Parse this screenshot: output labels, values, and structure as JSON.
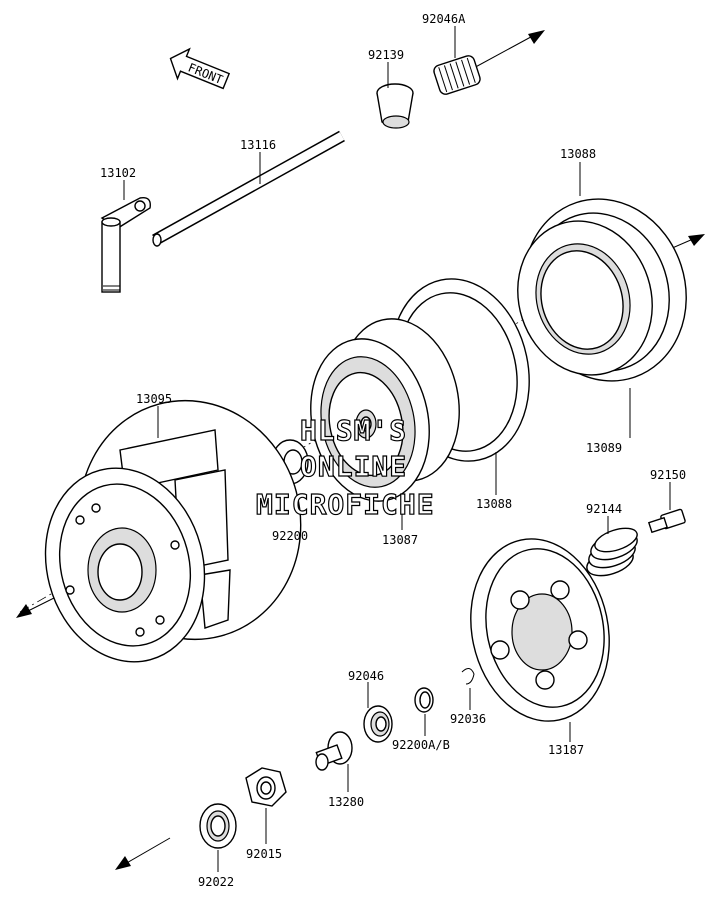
{
  "front_label": "FRONT",
  "part_labels": [
    {
      "id": "p92046a",
      "text": "92046A"
    },
    {
      "id": "p92139",
      "text": "92139"
    },
    {
      "id": "p13116",
      "text": "13116"
    },
    {
      "id": "p13102",
      "text": "13102"
    },
    {
      "id": "p13088a",
      "text": "13088"
    },
    {
      "id": "p13095",
      "text": "13095"
    },
    {
      "id": "p13089",
      "text": "13089"
    },
    {
      "id": "p92200",
      "text": "92200"
    },
    {
      "id": "p13087",
      "text": "13087"
    },
    {
      "id": "p13088b",
      "text": "13088"
    },
    {
      "id": "p92150",
      "text": "92150"
    },
    {
      "id": "p92144",
      "text": "92144"
    },
    {
      "id": "p92046",
      "text": "92046"
    },
    {
      "id": "p92036",
      "text": "92036"
    },
    {
      "id": "p92200ab",
      "text": "92200A/B"
    },
    {
      "id": "p13187",
      "text": "13187"
    },
    {
      "id": "p13280",
      "text": "13280"
    },
    {
      "id": "p92015",
      "text": "92015"
    },
    {
      "id": "p92022",
      "text": "92022"
    }
  ],
  "watermark": {
    "line1": "HLSM'S",
    "line2": "ONLINE",
    "line3": "MICROFICHE"
  }
}
